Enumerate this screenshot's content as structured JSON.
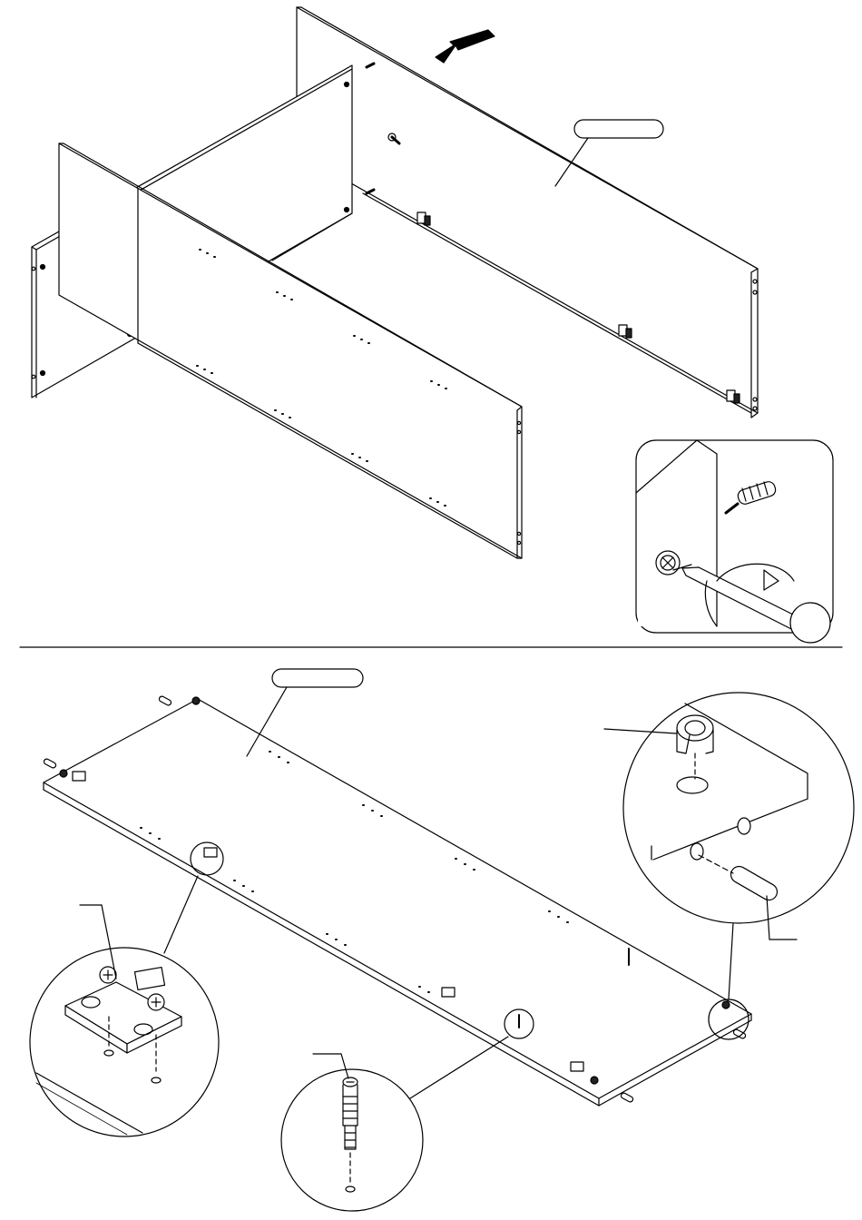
{
  "diagram": {
    "kind": "furniture-assembly-instructions",
    "step_top": {
      "panels": [
        "back-panel",
        "side-panel",
        "divider-panel"
      ],
      "callout_label": "",
      "direction_arrow": "arrow-icon",
      "detail_tool": "screwdriver-icon"
    },
    "step_bottom": {
      "panels": [
        "bottom-panel"
      ],
      "callout_label": "",
      "details": [
        "cam-lock-detail",
        "hinge-plate-detail",
        "shelf-pin-detail",
        "corner-dowel-detail"
      ]
    },
    "colors": {
      "line": "#000000",
      "background": "#ffffff",
      "shade": "#222222"
    }
  }
}
